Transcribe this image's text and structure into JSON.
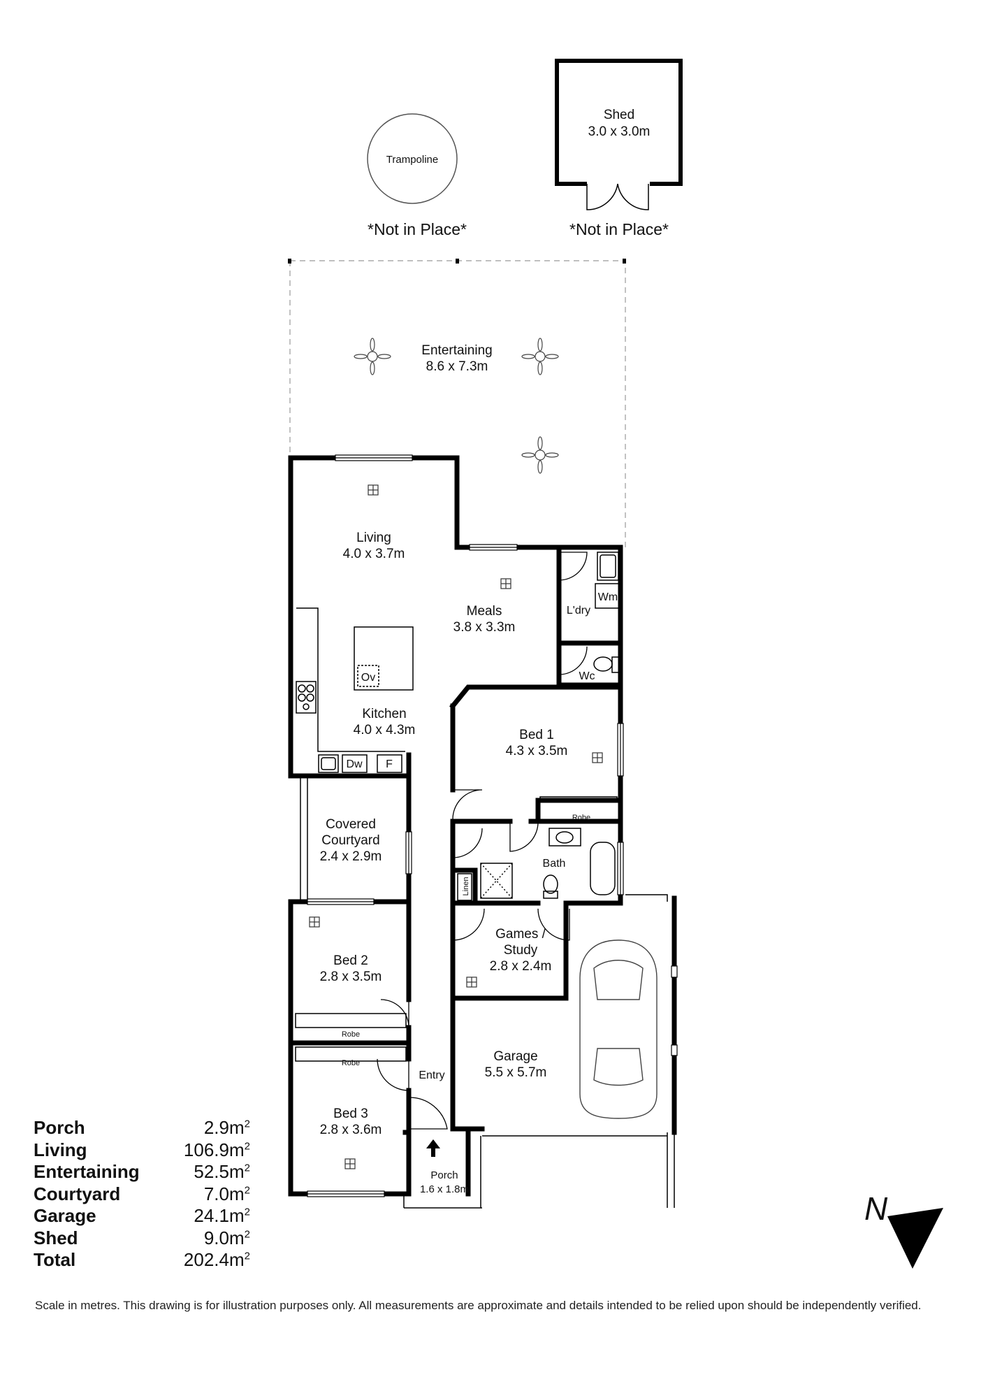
{
  "rooms": {
    "shed": {
      "name": "Shed",
      "dims": "3.0 x 3.0m"
    },
    "trampoline": {
      "name": "Trampoline"
    },
    "not_in_place_1": "*Not in Place*",
    "not_in_place_2": "*Not in Place*",
    "entertaining": {
      "name": "Entertaining",
      "dims": "8.6 x 7.3m"
    },
    "living": {
      "name": "Living",
      "dims": "4.0 x 3.7m"
    },
    "meals": {
      "name": "Meals",
      "dims": "3.8 x 3.3m"
    },
    "kitchen": {
      "name": "Kitchen",
      "dims": "4.0 x 4.3m"
    },
    "laundry": {
      "name": "L'dry"
    },
    "wm": "Wm",
    "wc": "Wc",
    "oven": "Ov",
    "dw": "Dw",
    "fridge": "F",
    "bed1": {
      "name": "Bed 1",
      "dims": "4.3 x 3.5m"
    },
    "robe1": "Robe",
    "bath": "Bath",
    "linen": "Linen",
    "covered_courtyard": {
      "line1": "Covered",
      "line2": "Courtyard",
      "dims": "2.4 x 2.9m"
    },
    "bed2": {
      "name": "Bed 2",
      "dims": "2.8 x 3.5m"
    },
    "robe2": "Robe",
    "robe3": "Robe",
    "bed3": {
      "name": "Bed 3",
      "dims": "2.8 x 3.6m"
    },
    "entry": "Entry",
    "games": {
      "line1": "Games /",
      "line2": "Study",
      "dims": "2.8 x 2.4m"
    },
    "garage": {
      "name": "Garage",
      "dims": "5.5 x 5.7m"
    },
    "porch": {
      "name": "Porch",
      "dims": "1.6 x 1.8m"
    }
  },
  "compass": {
    "letter": "N"
  },
  "areas": [
    {
      "name": "Porch",
      "value": "2.9m",
      "unit_sup": "2"
    },
    {
      "name": "Living",
      "value": "106.9m",
      "unit_sup": "2"
    },
    {
      "name": "Entertaining",
      "value": "52.5m",
      "unit_sup": "2"
    },
    {
      "name": "Courtyard",
      "value": "7.0m",
      "unit_sup": "2"
    },
    {
      "name": "Garage",
      "value": "24.1m",
      "unit_sup": "2"
    },
    {
      "name": "Shed",
      "value": "9.0m",
      "unit_sup": "2"
    },
    {
      "name": "Total",
      "value": "202.4m",
      "unit_sup": "2"
    }
  ],
  "disclaimer": "Scale in metres. This drawing is for illustration purposes only. All measurements are approximate and details intended to be relied upon should be independently verified."
}
